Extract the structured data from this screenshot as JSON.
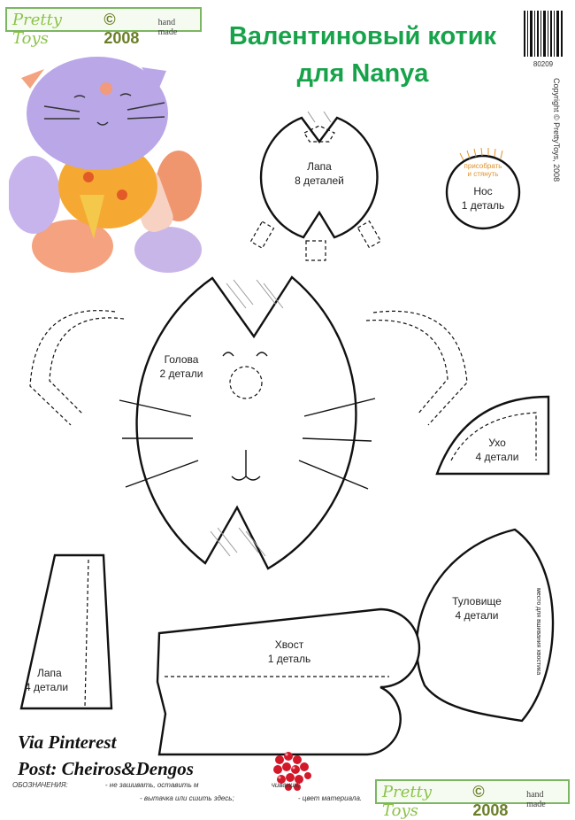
{
  "brand": {
    "script": "Pretty Toys",
    "copyright_year": "© 2008",
    "hand_made": "hand made"
  },
  "title": {
    "line1": "Валентиновый котик",
    "line2": "для Nanya"
  },
  "barcode_number": "80209",
  "copyright": "Copyright © PrettyToys, 2008",
  "pieces": {
    "paw_top": {
      "name": "Лапа",
      "count": "8 деталей"
    },
    "nose": {
      "name": "Нос",
      "count": "1 деталь",
      "note_line1": "присобрать",
      "note_line2": "и стянуть"
    },
    "head": {
      "name": "Голова",
      "count": "2 детали"
    },
    "ear": {
      "name": "Ухо",
      "count": "4 детали"
    },
    "paw_bottom": {
      "name": "Лапа",
      "count": "4 детали"
    },
    "tail": {
      "name": "Хвост",
      "count": "1 деталь"
    },
    "body": {
      "name": "Туловище",
      "count": "4 детали",
      "side_note": "место для вшивания хвостика"
    }
  },
  "watermark": {
    "line1": "Via Pinterest",
    "line2": "Post: Cheiros&Dengos"
  },
  "legend": {
    "label": "ОБОЗНАЧЕНИЯ:",
    "item1": "- не зашивать, оставить м",
    "item1_end": "чивания;",
    "item2": "- вытачка или сшить здесь;",
    "item3": "- цвет материала."
  },
  "colors": {
    "title_green": "#17a34a",
    "brand_border": "#7bb661",
    "pattern_line": "#111111",
    "note_orange": "#e0922a"
  }
}
